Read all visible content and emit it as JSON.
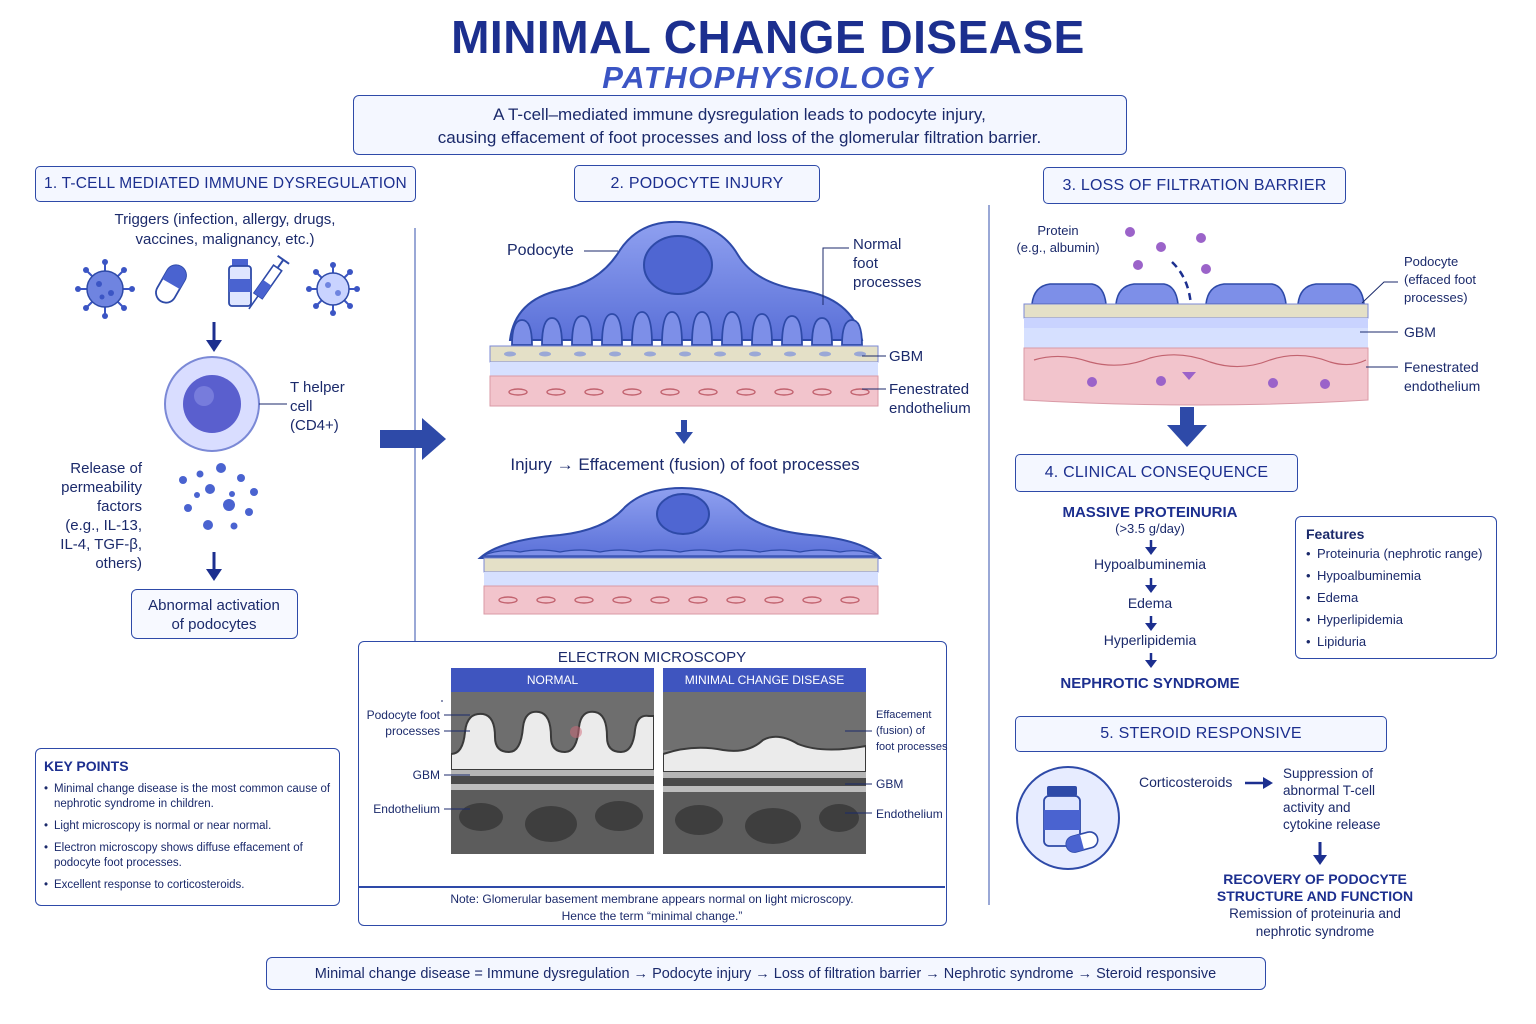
{
  "header": {
    "title": "MINIMAL CHANGE DISEASE",
    "subtitle": "PATHOPHYSIOLOGY",
    "summary_line1": "A T-cell–mediated immune dysregulation leads to podocyte injury,",
    "summary_line2": "causing effacement of foot processes and loss of the glomerular filtration barrier."
  },
  "section1": {
    "title": "1. T-CELL MEDIATED IMMUNE DYSREGULATION",
    "triggers_line1": "Triggers (infection, allergy, drugs,",
    "triggers_line2": "vaccines, malignancy, etc.)",
    "th_label_line1": "T helper",
    "th_label_line2": "cell",
    "th_label_line3": "(CD4+)",
    "release_lines": [
      "Release of",
      "permeability",
      "factors",
      "(e.g., IL-13,",
      "IL-4, TGF-β,",
      "others)"
    ],
    "activation_line1": "Abnormal activation",
    "activation_line2": "of podocytes"
  },
  "section2": {
    "title": "2. PODOCYTE INJURY",
    "podocyte_label": "Podocyte",
    "normal_fp_lines": [
      "Normal",
      "foot",
      "processes"
    ],
    "gbm_label": "GBM",
    "endo_line1": "Fenestrated",
    "endo_line2": "endothelium",
    "injury_text": "Injury → Effacement (fusion) of foot processes"
  },
  "em": {
    "title": "ELECTRON MICROSCOPY",
    "normal_header": "NORMAL",
    "mcd_header": "MINIMAL CHANGE DISEASE",
    "left_fp_line1": "Podocyte foot",
    "left_fp_line2": "processes",
    "left_gbm": "GBM",
    "left_endo": "Endothelium",
    "right_eff_lines": [
      "Effacement",
      "(fusion) of",
      "foot processes"
    ],
    "right_gbm": "GBM",
    "right_endo": "Endothelium",
    "note_line1": "Note: Glomerular basement membrane appears normal on light microscopy.",
    "note_line2": "Hence the term “minimal change.”"
  },
  "key_points": {
    "title": "KEY POINTS",
    "items": [
      [
        "Minimal change disease is the most common cause of",
        "nephrotic syndrome in children."
      ],
      [
        "Light microscopy is normal or near normal."
      ],
      [
        "Electron microscopy shows diffuse effacement of",
        "podocyte foot processes."
      ],
      [
        "Excellent response to corticosteroids."
      ]
    ]
  },
  "section3": {
    "title": "3. LOSS OF FILTRATION BARRIER",
    "protein_line1": "Protein",
    "protein_line2": "(e.g., albumin)",
    "podocyte_lines": [
      "Podocyte",
      "(effaced foot",
      "processes)"
    ],
    "gbm_label": "GBM",
    "endo_line1": "Fenestrated",
    "endo_line2": "endothelium"
  },
  "section4": {
    "title": "4. CLINICAL CONSEQUENCE",
    "massive": "MASSIVE PROTEINURIA",
    "massive_sub": "(>3.5 g/day)",
    "chain": [
      "Hypoalbuminemia",
      "Edema",
      "Hyperlipidemia"
    ],
    "nephrotic": "NEPHROTIC SYNDROME",
    "features_title": "Features",
    "features": [
      "Proteinuria (nephrotic range)",
      "Hypoalbuminemia",
      "Edema",
      "Hyperlipidemia",
      "Lipiduria"
    ]
  },
  "section5": {
    "title": "5. STEROID RESPONSIVE",
    "corticosteroids": "Corticosteroids",
    "suppression_lines": [
      "Suppression of",
      "abnormal T-cell",
      "activity and",
      "cytokine release"
    ],
    "recovery_line1": "RECOVERY OF PODOCYTE",
    "recovery_line2": "STRUCTURE AND FUNCTION",
    "remission_line1": "Remission of proteinuria and",
    "remission_line2": "nephrotic syndrome"
  },
  "footer": {
    "summary": "Minimal change disease = Immune dysregulation → Podocyte injury → Loss of filtration barrier → Nephrotic syndrome → Steroid responsive"
  },
  "colors": {
    "primary_blue": "#1c2f8f",
    "podocyte_blue": "#6f84e0",
    "endothelium_pink": "#f2c4cc",
    "protein_purple": "#9b63c9"
  }
}
